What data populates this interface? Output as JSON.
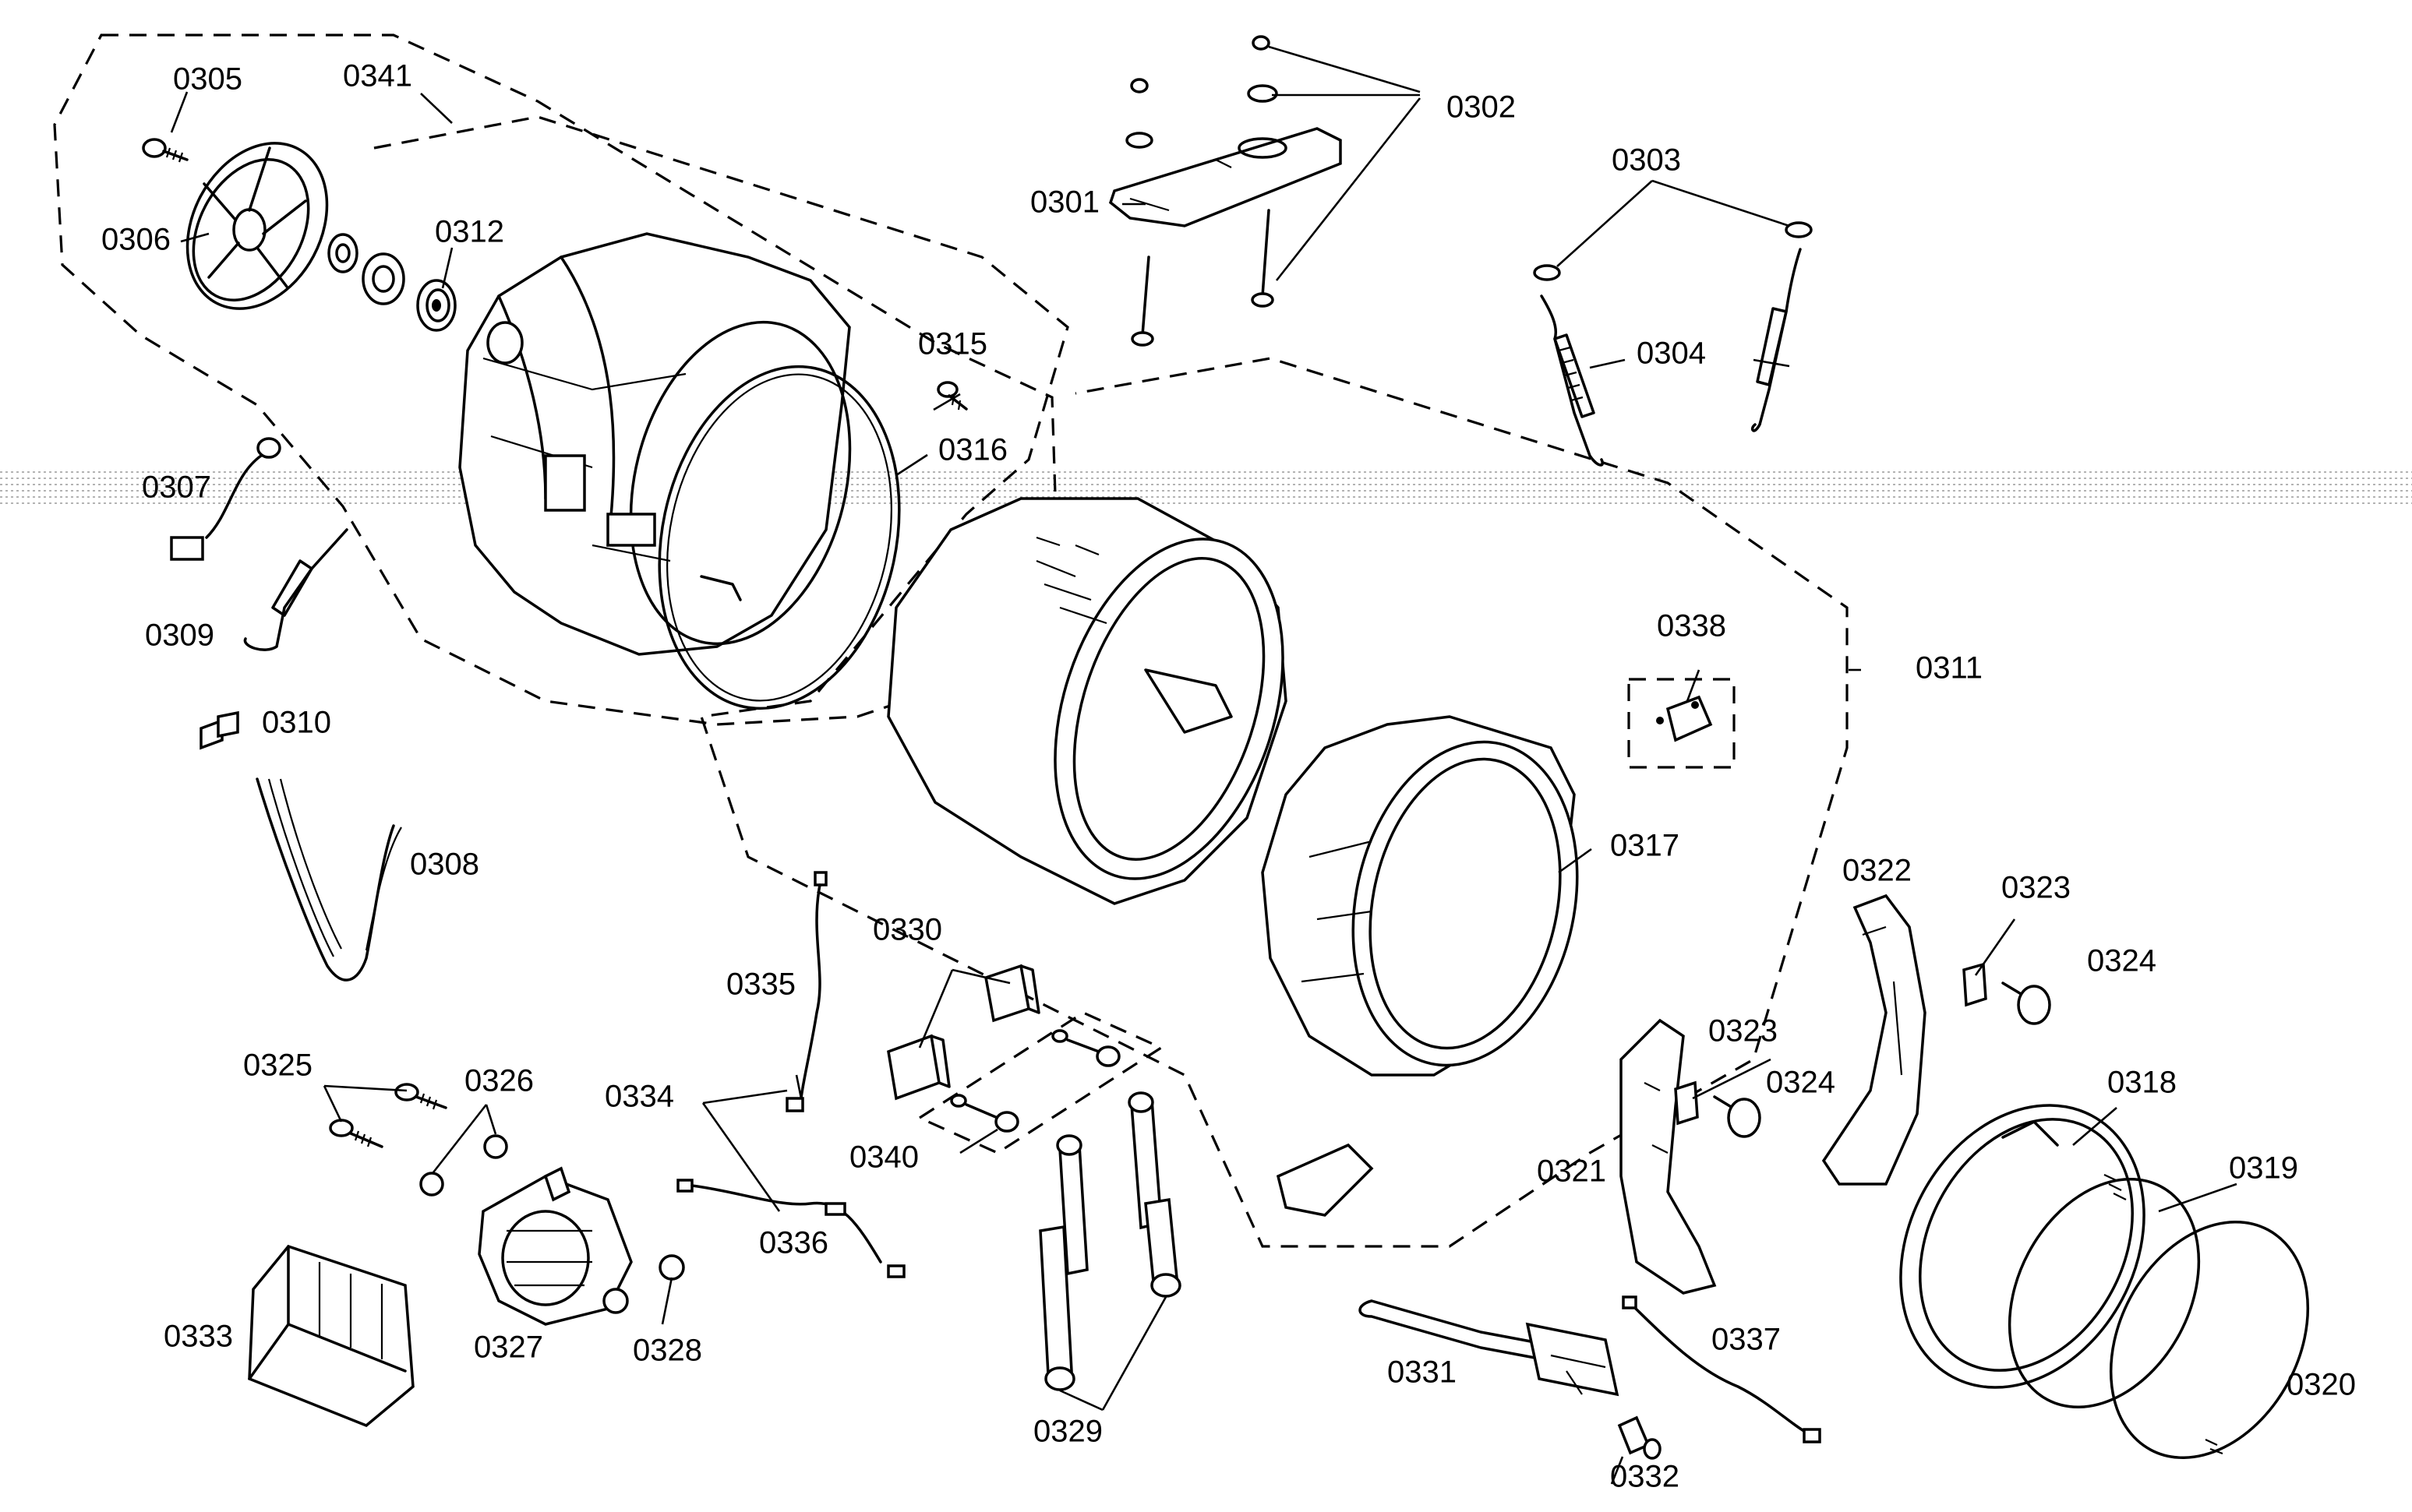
{
  "labels": {
    "p0301": "0301",
    "p0302": "0302",
    "p0303": "0303",
    "p0304": "0304",
    "p0305": "0305",
    "p0306": "0306",
    "p0307": "0307",
    "p0308": "0308",
    "p0309": "0309",
    "p0310": "0310",
    "p0311": "0311",
    "p0312": "0312",
    "p0315": "0315",
    "p0316": "0316",
    "p0317": "0317",
    "p0318": "0318",
    "p0319": "0319",
    "p0320": "0320",
    "p0321": "0321",
    "p0322": "0322",
    "p0323a": "0323",
    "p0323b": "0323",
    "p0324a": "0324",
    "p0324b": "0324",
    "p0325": "0325",
    "p0326": "0326",
    "p0327": "0327",
    "p0328": "0328",
    "p0329": "0329",
    "p0330": "0330",
    "p0331": "0331",
    "p0332": "0332",
    "p0333": "0333",
    "p0334": "0334",
    "p0335": "0335",
    "p0336": "0336",
    "p0337": "0337",
    "p0338": "0338",
    "p0340": "0340",
    "p0341": "0341"
  },
  "colors": {
    "ink": "#000000",
    "paper": "#ffffff",
    "scan_noise": "#9a9a9a"
  }
}
